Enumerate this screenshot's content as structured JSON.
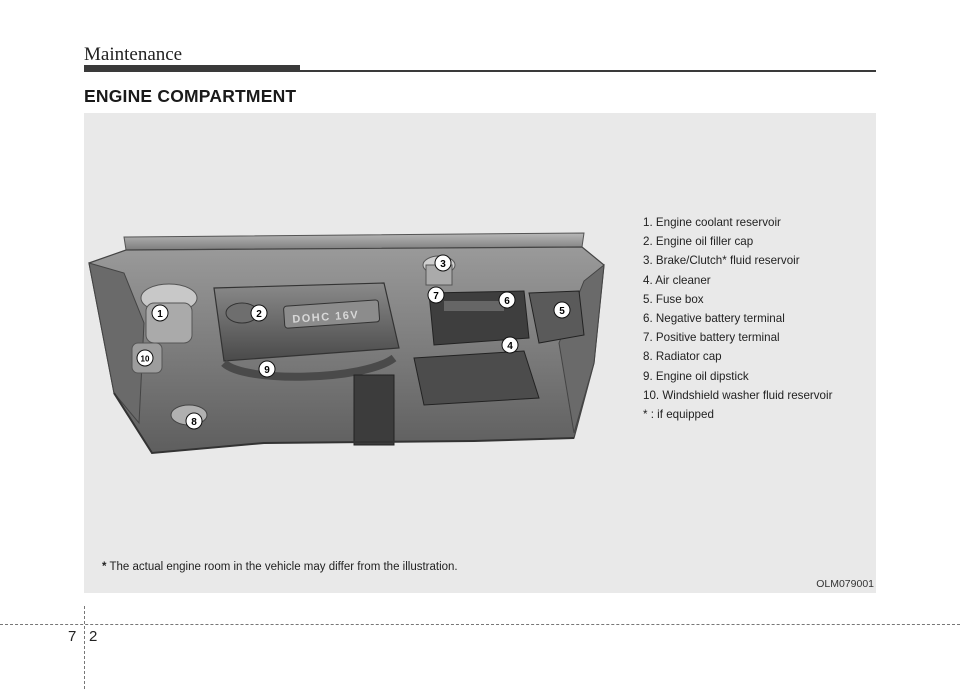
{
  "header": {
    "title": "Maintenance"
  },
  "section": {
    "title": "ENGINE COMPARTMENT"
  },
  "figure": {
    "engine_label": "DOHC 16V",
    "callouts": [
      "1",
      "2",
      "3",
      "4",
      "5",
      "6",
      "7",
      "8",
      "9",
      "10"
    ],
    "code": "OLM079001"
  },
  "legend": [
    "1. Engine coolant reservoir",
    "2. Engine oil filler cap",
    "3. Brake/Clutch* fluid reservoir",
    "4. Air cleaner",
    "5. Fuse box",
    "6. Negative battery terminal",
    "7. Positive battery terminal",
    "8. Radiator cap",
    "9. Engine oil dipstick",
    "10. Windshield washer fluid reservoir",
    "* : if equipped"
  ],
  "note": {
    "star": "*",
    "text": " The actual engine room in the vehicle may differ from the illustration."
  },
  "footer": {
    "chapter": "7",
    "page": "2"
  }
}
